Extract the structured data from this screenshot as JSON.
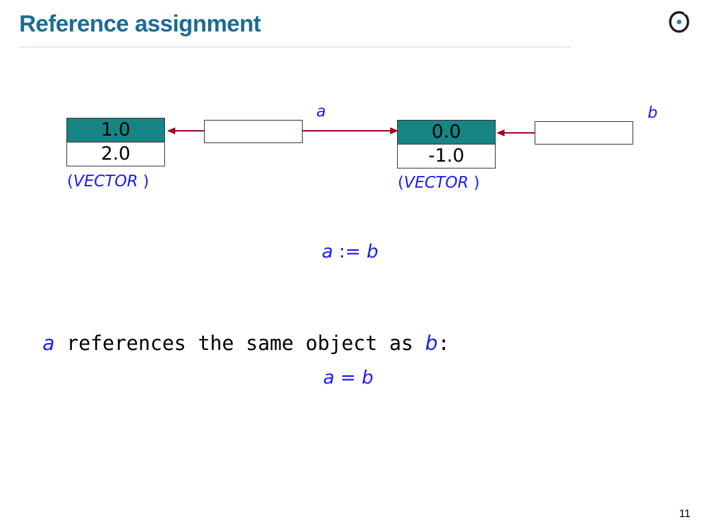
{
  "slide": {
    "title": "Reference assignment",
    "page_number": "11"
  },
  "diagram": {
    "left_object": {
      "top_value": "1.0",
      "bottom_value": "2.0",
      "type_label": "VECTOR"
    },
    "right_object": {
      "top_value": "0.0",
      "bottom_value": "-1.0",
      "type_label": "VECTOR"
    },
    "reference_a": "a",
    "reference_b": "b",
    "arrow_color": "#a3001c",
    "cell_color": "#168583"
  },
  "instruction": {
    "lhs": "a",
    "op": ":=",
    "rhs": "b"
  },
  "statement": {
    "subject": "a",
    "text": " references the same object as ",
    "object": "b",
    "colon": ":"
  },
  "equality": {
    "lhs": "a",
    "op": "=",
    "rhs": "b"
  },
  "colors": {
    "title": "#1d6b94",
    "emphasis": "#1a1aff"
  },
  "icons": {
    "logo": "eiffel-logo-icon"
  }
}
